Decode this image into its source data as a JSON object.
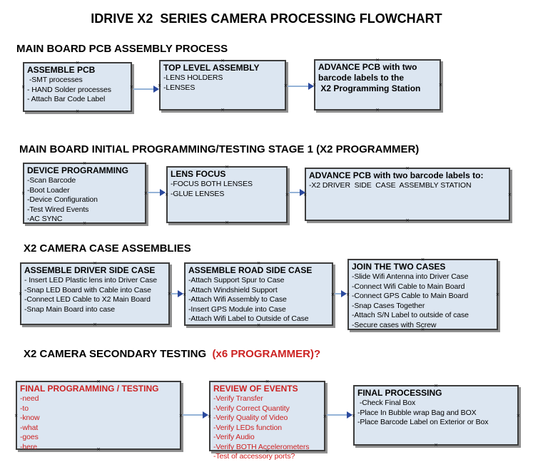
{
  "title": "IDRIVE X2  SERIES CAMERA PROCESSING FLOWCHART",
  "glyphs": {
    "connection_marker": "×"
  },
  "colors": {
    "box_fill": "#dce6f1",
    "box_border": "#3d3d3d",
    "box_shadow": "#909090",
    "red_text": "#cc2222",
    "arrow_line": "#95b3d7",
    "arrow_head": "#2b4a9e",
    "text": "#000000"
  },
  "sections": [
    {
      "heading": "MAIN BOARD PCB ASSEMBLY PROCESS",
      "boxes": [
        {
          "title": "ASSEMBLE PCB",
          "items": [
            " -SMT processes",
            "- HAND Solder processes",
            "- Attach Bar Code Label"
          ]
        },
        {
          "title": "TOP LEVEL ASSEMBLY",
          "items": [
            "-LENS HOLDERS",
            "-LENSES"
          ]
        },
        {
          "title": "ADVANCE PCB with two\nbarcode labels to the\n X2 Programming Station",
          "items": []
        }
      ]
    },
    {
      "heading": "MAIN BOARD INITIAL PROGRAMMING/TESTING STAGE 1 (X2 PROGRAMMER)",
      "boxes": [
        {
          "title": "DEVICE PROGRAMMING",
          "items": [
            "-Scan Barcode",
            "-Boot Loader",
            "-Device Configuration",
            "-Test Wired Events",
            "-AC SYNC"
          ]
        },
        {
          "title": "LENS FOCUS",
          "items": [
            "-FOCUS BOTH LENSES",
            "-GLUE LENSES"
          ]
        },
        {
          "title": "ADVANCE PCB with two barcode labels to:",
          "items": [
            "-X2 DRIVER  SIDE  CASE  ASSEMBLY STATION"
          ]
        }
      ]
    },
    {
      "heading": "X2 CAMERA CASE ASSEMBLIES",
      "boxes": [
        {
          "title": "ASSEMBLE DRIVER SIDE CASE",
          "items": [
            "- Insert LED Plastic lens into Driver Case",
            "-Snap LED Board with Cable into Case",
            "-Connect LED Cable to X2 Main Board",
            "-Snap Main Board into case"
          ]
        },
        {
          "title": "ASSEMBLE ROAD SIDE CASE",
          "items": [
            "-Attach Support Spur to Case",
            "-Attach Windshield Support",
            "-Attach Wifi Assembly to Case",
            "-Insert GPS Module into Case",
            "-Attach Wifi Label to Outside of Case"
          ]
        },
        {
          "title": "JOIN THE TWO CASES",
          "items": [
            "-Slide Wifi Antenna into Driver Case",
            "-Connect Wifi Cable to Main Board",
            "-Connect GPS Cable to Main Board",
            "-Snap Cases Together",
            "-Attach S/N Label to outside of case",
            "-Secure cases with Screw"
          ]
        }
      ]
    },
    {
      "heading": "X2 CAMERA SECONDARY TESTING  ",
      "heading_red": "(x6 PROGRAMMER)?",
      "boxes": [
        {
          "title": "FINAL PROGRAMMING / TESTING",
          "items": [
            "-need",
            "-to",
            "-know",
            "-what",
            "-goes",
            "-here"
          ]
        },
        {
          "title": "REVIEW OF EVENTS",
          "items": [
            "-Verify Transfer",
            "-Verify Correct Quantity",
            "-Verify Quality of Video",
            "-Verify LEDs function",
            "-Verify Audio",
            "-Verify BOTH Accelerometers",
            "-Test of accessory ports?"
          ]
        },
        {
          "title": "FINAL PROCESSING",
          "items": [
            " -Check Final Box",
            "-Place In Bubble wrap Bag and BOX",
            "-Place Barcode Label on Exterior or Box"
          ]
        }
      ]
    }
  ]
}
